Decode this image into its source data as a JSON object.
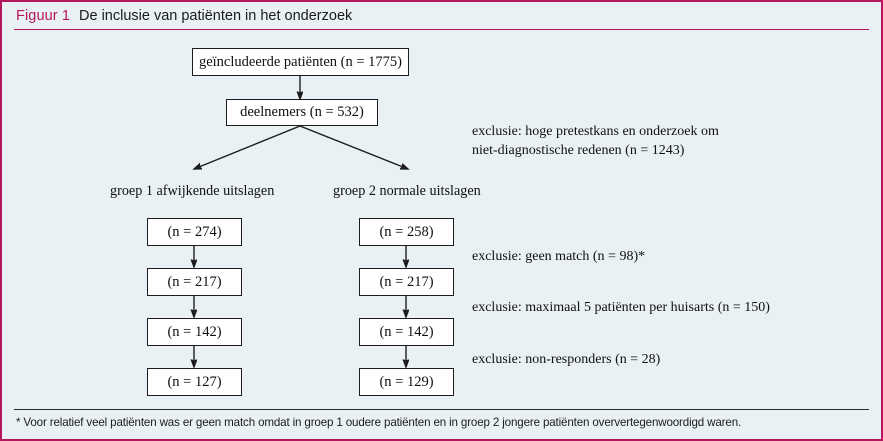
{
  "figure": {
    "label": "Figuur 1",
    "caption": "De inclusie van patiënten in het onderzoek",
    "accent_color": "#b5175c",
    "background_color": "#eaf1f5",
    "box_border_color": "#1d1d1d",
    "footnote": "* Voor relatief veel patiënten was er geen match omdat in groep 1 oudere patiënten en in groep 2 jongere patiënten oververtegenwoordigd waren."
  },
  "flow": {
    "top_box": "geïncludeerde patiënten (n = 1775)",
    "participants_box": "deelnemers (n = 532)",
    "branch_exclusion": {
      "line1": "exclusie: hoge pretestkans en onderzoek om",
      "line2": "niet-diagnostische redenen (n = 1243)"
    },
    "groups": [
      {
        "label": "groep 1 afwijkende uitslagen",
        "boxes": [
          "(n = 274)",
          "(n = 217)",
          "(n = 142)",
          "(n = 127)"
        ]
      },
      {
        "label": "groep 2 normale uitslagen",
        "boxes": [
          "(n = 258)",
          "(n = 217)",
          "(n = 142)",
          "(n = 129)"
        ]
      }
    ],
    "step_exclusions": [
      "exclusie: geen match (n = 98)*",
      "exclusie: maximaal 5 patiënten per huisarts (n = 150)",
      "exclusie: non-responders (n = 28)"
    ]
  }
}
